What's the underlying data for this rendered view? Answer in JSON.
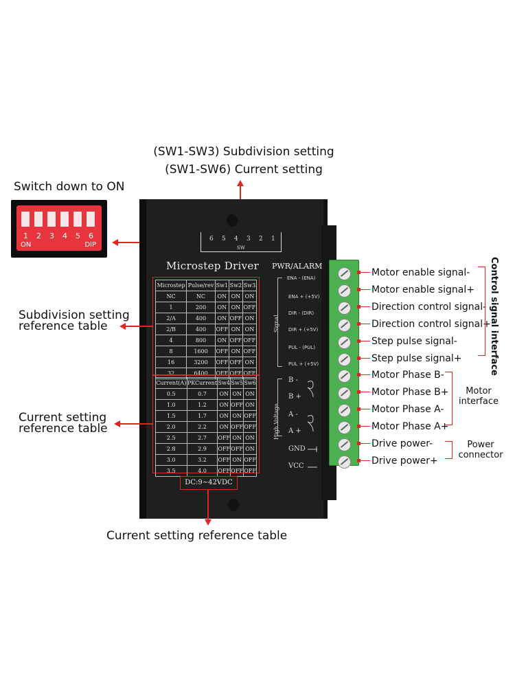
{
  "callouts": {
    "top_line1": "(SW1-SW3) Subdivision setting",
    "top_line2": "(SW1-SW6) Current setting",
    "switch_down": "Switch down to ON",
    "subdivision_line1": "Subdivision setting",
    "subdivision_line2": "reference table",
    "current_line1": "Current setting",
    "current_line2": "reference table",
    "bottom": "Current setting reference table"
  },
  "dip_switch": {
    "numbers": [
      "1",
      "2",
      "3",
      "4",
      "5",
      "6"
    ],
    "on_label": "ON",
    "dip_label": "DIP"
  },
  "driver": {
    "title": "Microstep Driver",
    "pwr_alarm": "PWR/ALARM",
    "sw_digits": [
      "6",
      "5",
      "4",
      "3",
      "2",
      "1"
    ],
    "sw_label": "SW",
    "dc_label": "DC:9~42VDC",
    "signal_group": "Signal",
    "high_voltage_group": "High Voltage",
    "signal_pins": [
      "ENA - (ENA)",
      "ENA + (+5V)",
      "DIR - (DIR)",
      "DIR + (+5V)",
      "PUL - (PUL)",
      "PUL + (+5V)"
    ],
    "hv_pins": [
      "B -",
      "B +",
      "A -",
      "A +",
      "GND",
      "VCC"
    ]
  },
  "microstep_table": {
    "headers": [
      "Microstep",
      "Pulse/rev",
      "Sw1",
      "Sw2",
      "Sw3"
    ],
    "rows": [
      [
        "NC",
        "NC",
        "ON",
        "ON",
        "ON"
      ],
      [
        "1",
        "200",
        "ON",
        "ON",
        "OFF"
      ],
      [
        "2/A",
        "400",
        "ON",
        "OFF",
        "ON"
      ],
      [
        "2/B",
        "400",
        "OFF",
        "ON",
        "ON"
      ],
      [
        "4",
        "800",
        "ON",
        "OFF",
        "OFF"
      ],
      [
        "8",
        "1600",
        "OFF",
        "ON",
        "OFF"
      ],
      [
        "16",
        "3200",
        "OFF",
        "OFF",
        "ON"
      ],
      [
        "32",
        "6400",
        "OFF",
        "OFF",
        "OFF"
      ]
    ]
  },
  "current_table": {
    "headers": [
      "Current(A)",
      "PKCurrent",
      "Sw4",
      "Sw5",
      "Sw6"
    ],
    "rows": [
      [
        "0.5",
        "0.7",
        "ON",
        "ON",
        "ON"
      ],
      [
        "1.0",
        "1.2",
        "ON",
        "OFF",
        "ON"
      ],
      [
        "1.5",
        "1.7",
        "ON",
        "ON",
        "OFF"
      ],
      [
        "2.0",
        "2.2",
        "ON",
        "OFF",
        "OFF"
      ],
      [
        "2.5",
        "2.7",
        "OFF",
        "ON",
        "ON"
      ],
      [
        "2.8",
        "2.9",
        "OFF",
        "OFF",
        "ON"
      ],
      [
        "3.0",
        "3.2",
        "OFF",
        "ON",
        "OFF"
      ],
      [
        "3.5",
        "4.0",
        "OFF",
        "OFF",
        "OFF"
      ]
    ]
  },
  "terminal_labels": [
    "Motor enable signal-",
    "Motor enable signal+",
    "Direction control signal-",
    "Direction control signal+",
    "Step pulse signal-",
    "Step pulse signal+",
    "Motor Phase B-",
    "Motor Phase B+",
    "Motor Phase A-",
    "Motor Phase A+",
    "Drive power-",
    "Drive power+"
  ],
  "groups": {
    "control_signal": "Control signal interface",
    "motor_line1": "Motor",
    "motor_line2": "interface",
    "power_line1": "Power",
    "power_line2": "connector"
  },
  "colors": {
    "accent_red": "#e0261f",
    "terminal_green": "#4caf50",
    "driver_body": "#1f1f1f",
    "dip_red": "#e8353d"
  }
}
